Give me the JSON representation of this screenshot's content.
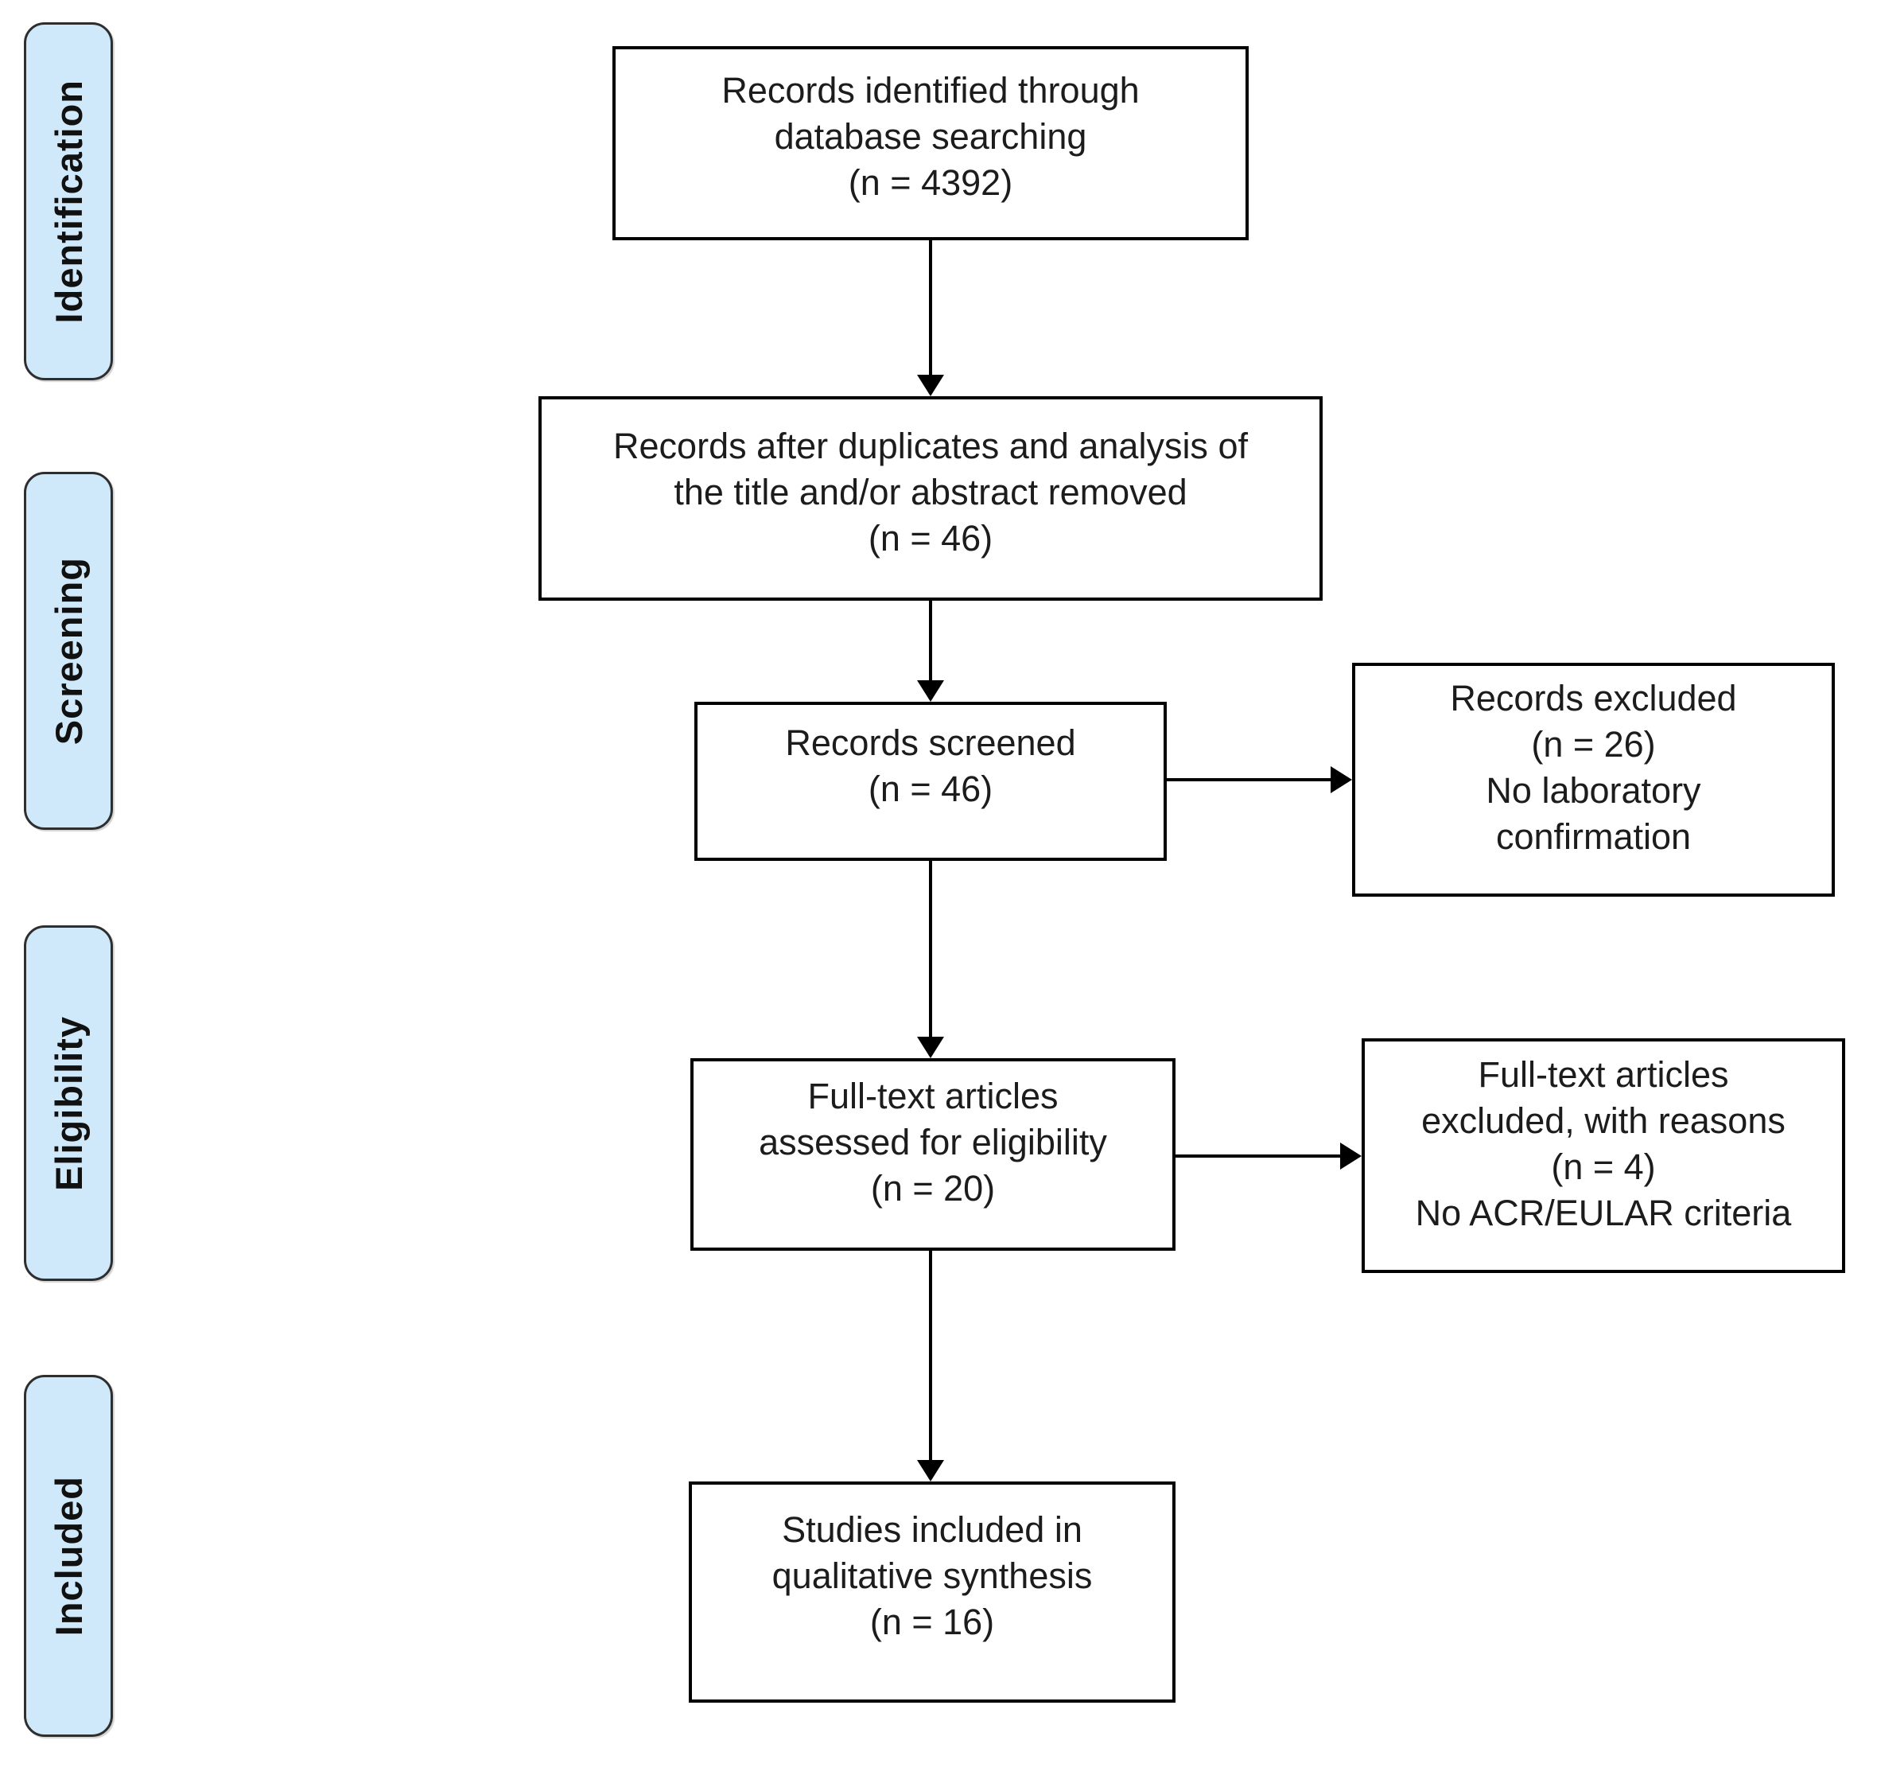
{
  "colors": {
    "background": "#ffffff",
    "stage_fill": "#cfe9fb",
    "stage_border": "#2e2e2e",
    "box_border": "#000000",
    "box_fill": "#ffffff",
    "text": "#1c1c1c",
    "arrow": "#000000"
  },
  "stages": [
    {
      "label": "Identification"
    },
    {
      "label": "Screening"
    },
    {
      "label": "Eligibility"
    },
    {
      "label": "Included"
    }
  ],
  "flow": [
    {
      "name": "records-identified",
      "lines": [
        "Records identified through",
        "database searching",
        "(n = 4392)"
      ]
    },
    {
      "name": "records-after-duplicates",
      "lines": [
        "Records after duplicates and analysis of",
        "the title and/or abstract removed",
        "(n = 46)"
      ]
    },
    {
      "name": "records-screened",
      "lines": [
        "Records screened",
        "(n = 46)"
      ]
    },
    {
      "name": "fulltext-assessed",
      "lines": [
        "Full-text articles",
        "assessed for eligibility",
        "(n = 20)"
      ]
    },
    {
      "name": "studies-included",
      "lines": [
        "Studies included in",
        "qualitative synthesis",
        "(n = 16)"
      ]
    }
  ],
  "exclusions": [
    {
      "name": "records-excluded",
      "lines": [
        "Records excluded",
        "(n = 26)",
        "No laboratory",
        "confirmation"
      ]
    },
    {
      "name": "fulltext-excluded",
      "lines": [
        "Full-text articles",
        "excluded, with reasons",
        "(n = 4)",
        "No ACR/EULAR criteria"
      ]
    }
  ]
}
